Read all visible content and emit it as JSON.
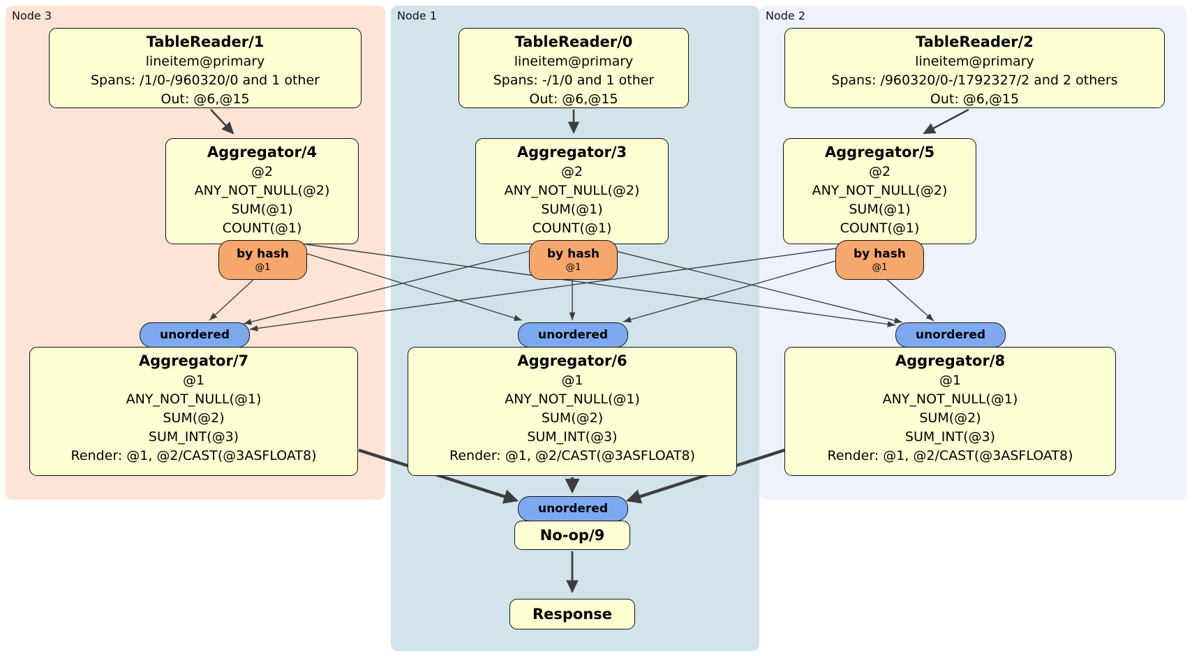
{
  "regions": [
    {
      "label": "Node 3"
    },
    {
      "label": "Node 1"
    },
    {
      "label": "Node 2"
    }
  ],
  "processors": {
    "tablereader1": {
      "title": "TableReader/1",
      "lines": [
        "lineitem@primary",
        "Spans: /1/0-/960320/0 and 1 other",
        "Out: @6,@15"
      ]
    },
    "tablereader0": {
      "title": "TableReader/0",
      "lines": [
        "lineitem@primary",
        "Spans: -/1/0 and 1 other",
        "Out: @6,@15"
      ]
    },
    "tablereader2": {
      "title": "TableReader/2",
      "lines": [
        "lineitem@primary",
        "Spans: /960320/0-/1792327/2 and 2 others",
        "Out: @6,@15"
      ]
    },
    "aggregator4": {
      "title": "Aggregator/4",
      "lines": [
        "@2",
        "ANY_NOT_NULL(@2)",
        "SUM(@1)",
        "COUNT(@1)"
      ]
    },
    "aggregator3": {
      "title": "Aggregator/3",
      "lines": [
        "@2",
        "ANY_NOT_NULL(@2)",
        "SUM(@1)",
        "COUNT(@1)"
      ]
    },
    "aggregator5": {
      "title": "Aggregator/5",
      "lines": [
        "@2",
        "ANY_NOT_NULL(@2)",
        "SUM(@1)",
        "COUNT(@1)"
      ]
    },
    "aggregator7": {
      "title": "Aggregator/7",
      "lines": [
        "@1",
        "ANY_NOT_NULL(@1)",
        "SUM(@2)",
        "SUM_INT(@3)",
        "Render: @1, @2/CAST(@3ASFLOAT8)"
      ]
    },
    "aggregator6": {
      "title": "Aggregator/6",
      "lines": [
        "@1",
        "ANY_NOT_NULL(@1)",
        "SUM(@2)",
        "SUM_INT(@3)",
        "Render: @1, @2/CAST(@3ASFLOAT8)"
      ]
    },
    "aggregator8": {
      "title": "Aggregator/8",
      "lines": [
        "@1",
        "ANY_NOT_NULL(@1)",
        "SUM(@2)",
        "SUM_INT(@3)",
        "Render: @1, @2/CAST(@3ASFLOAT8)"
      ]
    },
    "noop9": {
      "title": "No-op/9"
    },
    "response": {
      "title": "Response"
    }
  },
  "routers": {
    "label": "by hash",
    "detail": "@1"
  },
  "sync": {
    "label": "unordered"
  },
  "colors": {
    "node3_bg": "#fce4d6",
    "node1_bg": "#d3e3ec",
    "node2_bg": "#edf2fb",
    "box_bg": "#ffffd4",
    "router_bg": "#f6a76e",
    "sync_bg": "#7da9f0",
    "edge": "#3d3d3d"
  }
}
